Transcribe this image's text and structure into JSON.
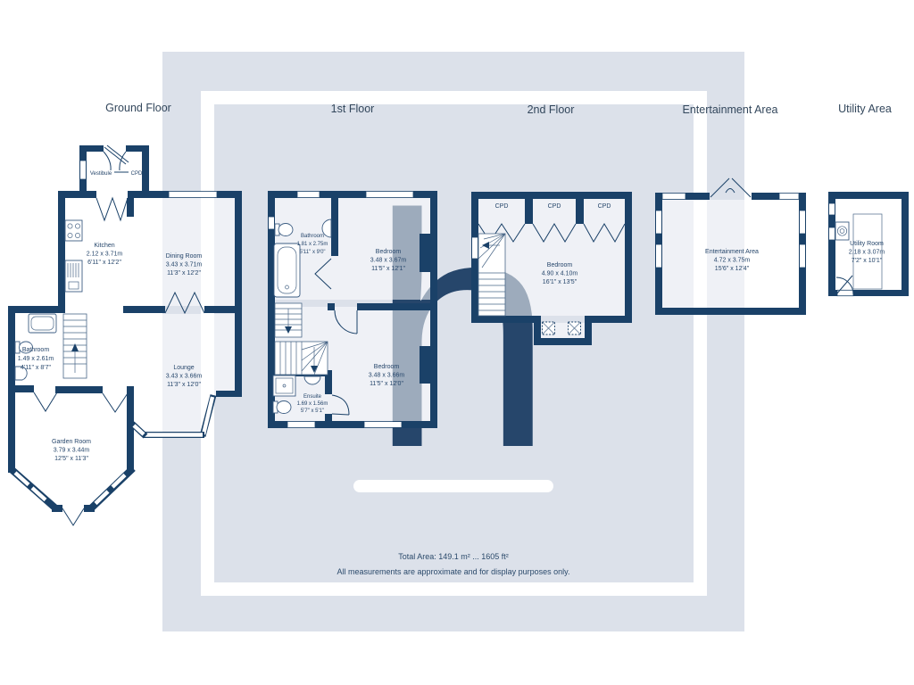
{
  "titles": {
    "ground": "Ground Floor",
    "first": "1st Floor",
    "second": "2nd Floor",
    "entertainment": "Entertainment Area",
    "utility": "Utility Area"
  },
  "footer": {
    "total_area": "Total Area: 149.1 m² ... 1605 ft²",
    "disclaimer": "All measurements are approximate and for display purposes only."
  },
  "watermark": {
    "letter": "h",
    "color": "#fcdad5"
  },
  "colors": {
    "wall": "#1a4168",
    "card": "#dce1ea",
    "label": "#26466b",
    "watermark": "#fcdad5"
  },
  "gf": {
    "vestibule": "Vestibule",
    "cpd": "CPD",
    "kitchen": {
      "name": "Kitchen",
      "m": "2.12 x 3.71m",
      "ft": "6'11\" x 12'2\""
    },
    "dining": {
      "name": "Dining Room",
      "m": "3.43 x 3.71m",
      "ft": "11'3\" x 12'2\""
    },
    "bathroom": {
      "name": "Bathroom",
      "m": "1.49 x 2.61m",
      "ft": "4'11\" x 8'7\""
    },
    "lounge": {
      "name": "Lounge",
      "m": "3.43 x 3.66m",
      "ft": "11'3\" x 12'0\""
    },
    "garden": {
      "name": "Garden Room",
      "m": "3.79 x 3.44m",
      "ft": "12'5\" x 11'3\""
    }
  },
  "f1": {
    "bathroom": {
      "name": "Bathroom",
      "m": "1.81 x 2.75m",
      "ft": "5'11\" x 9'0\""
    },
    "bedroom1": {
      "name": "Bedroom",
      "m": "3.48 x 3.67m",
      "ft": "11'5\" x 12'1\""
    },
    "ensuite": {
      "name": "Ensuite",
      "m": "1.69 x 1.56m",
      "ft": "5'7\" x 5'1\""
    },
    "bedroom2": {
      "name": "Bedroom",
      "m": "3.48 x 3.66m",
      "ft": "11'5\" x 12'0\""
    }
  },
  "f2": {
    "cpd1": "CPD",
    "cpd2": "CPD",
    "cpd3": "CPD",
    "bedroom": {
      "name": "Bedroom",
      "m": "4.90 x 4.10m",
      "ft": "16'1\" x 13'5\""
    }
  },
  "ent": {
    "room": {
      "name": "Entertainment Area",
      "m": "4.72 x 3.75m",
      "ft": "15'6\" x 12'4\""
    }
  },
  "ut": {
    "room": {
      "name": "Utility Room",
      "m": "2.18 x 3.07m",
      "ft": "7'2\" x 10'1\""
    }
  }
}
